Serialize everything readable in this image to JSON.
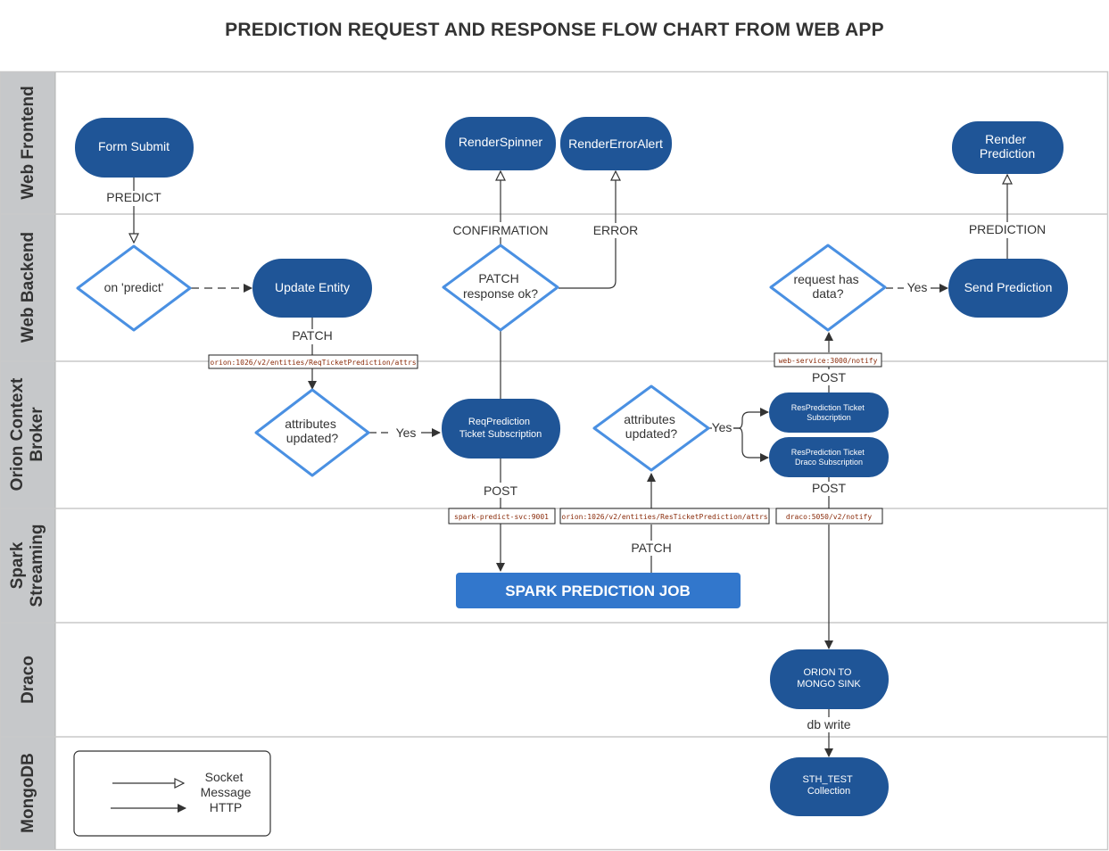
{
  "title": "PREDICTION REQUEST AND RESPONSE FLOW CHART FROM WEB APP",
  "colors": {
    "node_fill": "#1f5597",
    "decision_stroke": "#4a90e2",
    "job_fill": "#3277cc",
    "lane_header": "#c6c8ca",
    "lane_border": "#c9c9c9",
    "url_text": "#8a2b0a"
  },
  "lanes": [
    "Web Frontend",
    "Web Backend",
    "Orion Context Broker",
    "Spark Streaming",
    "Draco",
    "MongoDB"
  ],
  "nodes": {
    "form_submit": "Form Submit",
    "render_spinner": "RenderSpinner",
    "render_error_alert": "RenderErrorAlert",
    "render_prediction": [
      "Render",
      "Prediction"
    ],
    "on_predict": "on 'predict'",
    "update_entity": "Update Entity",
    "patch_ok": [
      "PATCH",
      "response ok?"
    ],
    "request_has_data": [
      "request has",
      "data?"
    ],
    "send_prediction": "Send Prediction",
    "attributes_updated_1": [
      "attributes",
      "updated?"
    ],
    "req_subscription": [
      "ReqPrediction",
      "Ticket Subscription"
    ],
    "attributes_updated_2": [
      "attributes",
      "updated?"
    ],
    "res_ticket_subscription": [
      "ResPrediction Ticket",
      "Subscription"
    ],
    "res_draco_subscription": [
      "ResPrediction Ticket",
      "Draco Subscription"
    ],
    "spark_job": "SPARK PREDICTION JOB",
    "orion_mongo_sink": [
      "ORION TO",
      "MONGO SINK"
    ],
    "sth_test": [
      "STH_TEST",
      "Collection"
    ]
  },
  "edge_labels": {
    "predict": "PREDICT",
    "patch_1": "PATCH",
    "yes_1": "Yes",
    "yes_2": "Yes",
    "yes_3": "Yes",
    "confirmation": "CONFIRMATION",
    "error": "ERROR",
    "prediction": "PREDICTION",
    "post_1": "POST",
    "post_2": "POST",
    "post_3": "POST",
    "patch_2": "PATCH",
    "db_write": "db write"
  },
  "urls": {
    "req_attrs": "orion:1026/v2/entities/ReqTicketPrediction/attrs",
    "web_service": "web-service:3000/notify",
    "spark_svc": "spark-predict-svc:9001",
    "res_attrs": "orion:1026/v2/entities/ResTicketPrediction/attrs",
    "draco": "draco:5050/v2/notify"
  },
  "legend": {
    "socket": [
      "Socket",
      "Message"
    ],
    "http": "HTTP"
  }
}
